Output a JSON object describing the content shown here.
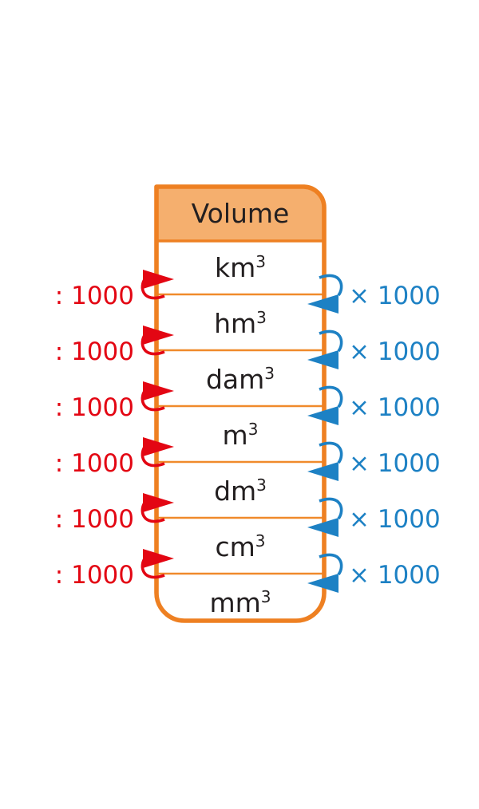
{
  "title": "Volume",
  "colors": {
    "box_border": "#ee8022",
    "header_fill": "#f5af6e",
    "divider": "#f08a2b",
    "divide_red": "#e30613",
    "multiply_blue": "#1d81c4",
    "text_dark": "#231f20",
    "background": "#ffffff"
  },
  "box": {
    "header": {
      "label": "Volume"
    },
    "rows": [
      {
        "base": "km",
        "exponent": "3"
      },
      {
        "base": "hm",
        "exponent": "3"
      },
      {
        "base": "dam",
        "exponent": "3"
      },
      {
        "base": "m",
        "exponent": "3"
      },
      {
        "base": "dm",
        "exponent": "3"
      },
      {
        "base": "cm",
        "exponent": "3"
      },
      {
        "base": "mm",
        "exponent": "3"
      }
    ]
  },
  "left_operations": [
    {
      "label": ": 1000",
      "icon": "curved-arrow-up-right-icon"
    },
    {
      "label": ": 1000",
      "icon": "curved-arrow-up-right-icon"
    },
    {
      "label": ": 1000",
      "icon": "curved-arrow-up-right-icon"
    },
    {
      "label": ": 1000",
      "icon": "curved-arrow-up-right-icon"
    },
    {
      "label": ": 1000",
      "icon": "curved-arrow-up-right-icon"
    },
    {
      "label": ": 1000",
      "icon": "curved-arrow-up-right-icon"
    }
  ],
  "right_operations": [
    {
      "label": "× 1000",
      "icon": "curved-arrow-down-left-icon"
    },
    {
      "label": "× 1000",
      "icon": "curved-arrow-down-left-icon"
    },
    {
      "label": "× 1000",
      "icon": "curved-arrow-down-left-icon"
    },
    {
      "label": "× 1000",
      "icon": "curved-arrow-down-left-icon"
    },
    {
      "label": "× 1000",
      "icon": "curved-arrow-down-left-icon"
    },
    {
      "label": "× 1000",
      "icon": "curved-arrow-down-left-icon"
    }
  ]
}
